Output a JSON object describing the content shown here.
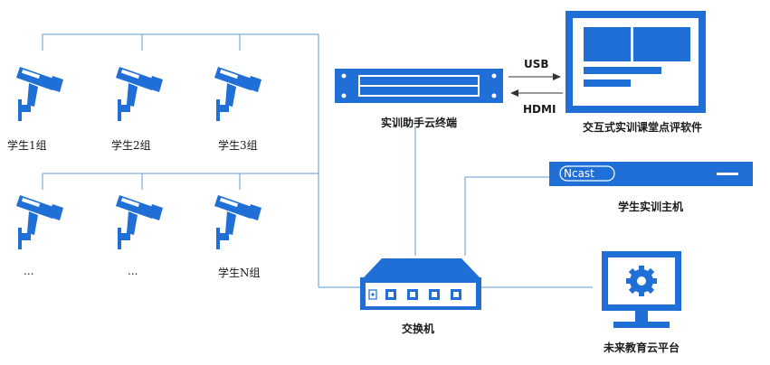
{
  "colors": {
    "accent": "#1f6fd6",
    "line": "#5b9bd5",
    "text": "#1a1a1a"
  },
  "cameras": [
    {
      "label": "学生1组"
    },
    {
      "label": "学生2组"
    },
    {
      "label": "学生3组"
    },
    {
      "label": "..."
    },
    {
      "label": "..."
    },
    {
      "label": "学生N组"
    }
  ],
  "terminal": {
    "label": "实训助手云终端",
    "icon": "rack-terminal-icon"
  },
  "software": {
    "label": "交互式实训课堂点评软件",
    "icon": "monitor-window-icon"
  },
  "links": {
    "usb": "USB",
    "hdmi": "HDMI"
  },
  "host": {
    "label": "学生实训主机",
    "brand": "Ncast",
    "icon": "rack-server-icon"
  },
  "switch": {
    "label": "交换机",
    "icon": "network-switch-icon"
  },
  "platform": {
    "label": "未来教育云平台",
    "icon": "monitor-gear-icon"
  }
}
